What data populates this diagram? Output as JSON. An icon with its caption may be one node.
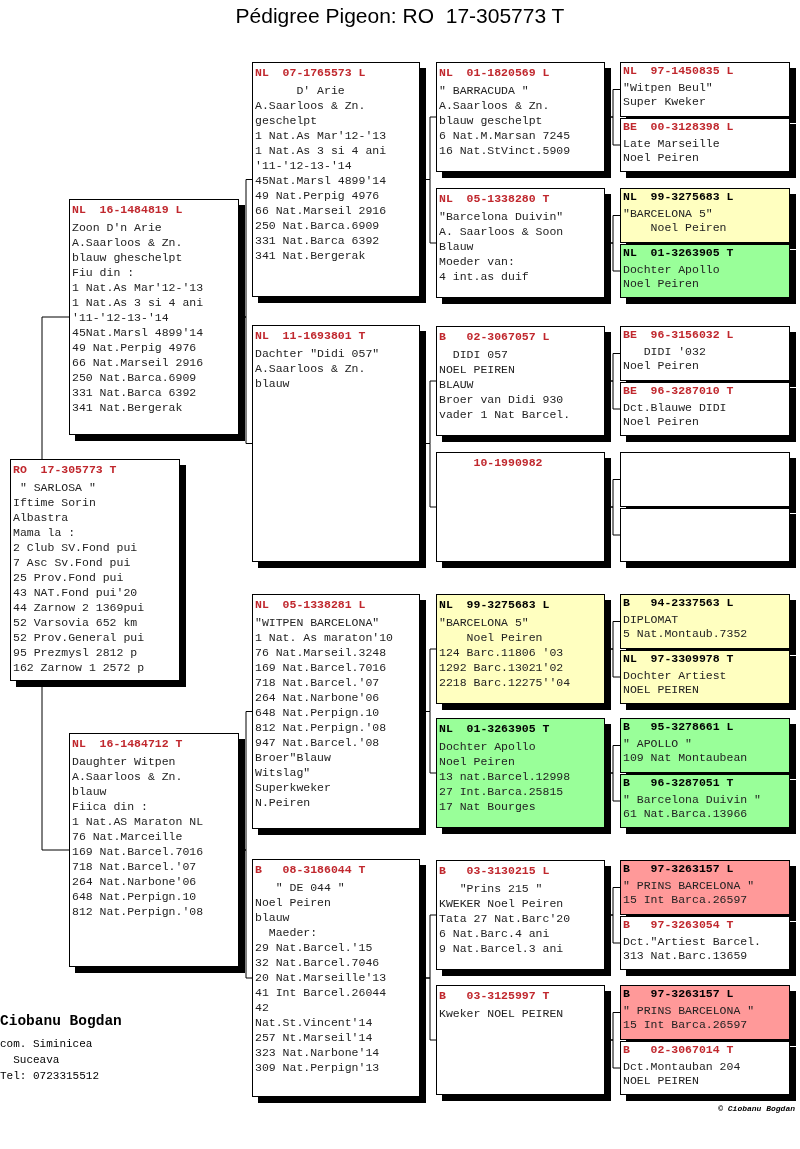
{
  "diagram": {
    "title": "Pédigree Pigeon: RO  17-305773 T",
    "nodes": [
      {
        "text": [
          "RO  17-305773 T",
          " \" SARLOSA \"",
          "Iftime Sorin",
          "Albastra",
          "Mama la :",
          "2 Club SV.Fond pui",
          "7 Asc Sv.Fond pui",
          "25 Prov.Fond pui",
          "43 NAT.Fond pui'20",
          "44 Zarnow 2 1369pui",
          "52 Varsovia 652 km",
          "52 Prov.General pui",
          "95 Prezmysl 2812 p",
          "162 Zarnow 1 2572 p"
        ]
      },
      {
        "text": [
          "NL  16-1484819 L",
          "Zoon D'n Arie",
          "A.Saarloos & Zn.",
          "blauw gheschelpt",
          "Fiu din :",
          "1 Nat.As Mar'12-'13",
          "1 Nat.As 3 si 4 ani",
          "'11-'12-13-'14",
          "45Nat.Marsl 4899'14",
          "49 Nat.Perpig 4976",
          "66 Nat.Marseil 2916",
          "250 Nat.Barca.6909",
          "331 Nat.Barca 6392",
          "341 Nat.Bergerak"
        ]
      },
      {
        "text": [
          "NL  16-1484712 T",
          "Daughter Witpen",
          "A.Saarloos & Zn.",
          "blauw",
          "Fiica din :",
          "1 Nat.AS Maraton NL",
          "76 Nat.Marceille",
          "169 Nat.Barcel.7016",
          "718 Nat.Barcel.'07",
          "264 Nat.Narbone'06",
          "648 Nat.Perpign.10",
          "812 Nat.Perpign.'08"
        ]
      },
      {
        "text": [
          "NL  07-1765573 L",
          "      D' Arie",
          "A.Saarloos & Zn.",
          "geschelpt",
          "1 Nat.As Mar'12-'13",
          "1 Nat.As 3 si 4 ani",
          "'11-'12-13-'14",
          "45Nat.Marsl 4899'14",
          "49 Nat.Perpig 4976",
          "66 Nat.Marseil 2916",
          "250 Nat.Barca.6909",
          "331 Nat.Barca 6392",
          "341 Nat.Bergerak"
        ]
      },
      {
        "text": [
          "NL  11-1693801 T",
          "Dachter \"Didi 057\"",
          "A.Saarloos & Zn.",
          "blauw"
        ]
      },
      {
        "text": [
          "NL  05-1338281 L",
          "\"WITPEN BARCELONA\"",
          "1 Nat. As maraton'10",
          "76 Nat.Marseil.3248",
          "169 Nat.Barcel.7016",
          "718 Nat.Barcel.'07",
          "264 Nat.Narbone'06",
          "648 Nat.Perpign.10",
          "812 Nat.Perpign.'08",
          "947 Nat.Barcel.'08",
          "Broer\"Blauw",
          "Witslag\"",
          "Superkweker",
          "N.Peiren"
        ]
      },
      {
        "text": [
          "B   08-3186044 T",
          "   \" DE 044 \"",
          "Noel Peiren",
          "blauw",
          "  Maeder:",
          "29 Nat.Barcel.'15",
          "32 Nat.Barcel.7046",
          "20 Nat.Marseille'13",
          "41 Int Barcel.26044",
          "42",
          "Nat.St.Vincent'14",
          "257 Nt.Marseil'14",
          "323 Nat.Narbone'14",
          "309 Nat.Perpign'13"
        ]
      },
      {
        "text": [
          "NL  01-1820569 L",
          "\" BARRACUDA \"",
          "A.Saarloos & Zn.",
          "blauw geschelpt",
          "6 Nat.M.Marsan 7245",
          "16 Nat.StVinct.5909"
        ]
      },
      {
        "text": [
          "NL  05-1338280 T",
          "\"Barcelona Duivin\"",
          "A. Saarloos & Soon",
          "Blauw",
          "Moeder van:",
          "4 int.as duif"
        ]
      },
      {
        "text": [
          "B   02-3067057 L",
          "  DIDI 057",
          "NOEL PEIREN",
          "BLAUW",
          "Broer van Didi 930",
          "vader 1 Nat Barcel."
        ]
      },
      {
        "text": [
          "     10-1990982"
        ]
      },
      {
        "text": [
          "NL  99-3275683 L",
          "\"BARCELONA 5\"",
          "    Noel Peiren",
          "124 Barc.11806 '03",
          "1292 Barc.13021'02",
          "2218 Barc.12275''04"
        ]
      },
      {
        "text": [
          "NL  01-3263905 T",
          "Dochter Apollo",
          "Noel Peiren",
          "13 nat.Barcel.12998",
          "27 Int.Barca.25815",
          "17 Nat Bourges"
        ]
      },
      {
        "text": [
          "B   03-3130215 L",
          "   \"Prins 215 \"",
          "KWEKER Noel Peiren",
          "Tata 27 Nat.Barc'20",
          "6 Nat.Barc.4 ani",
          "9 Nat.Barcel.3 ani"
        ]
      },
      {
        "text": [
          "B   03-3125997 T",
          "Kweker NOEL PEIREN"
        ]
      },
      {
        "text": [
          "NL  97-1450835 L",
          "\"Witpen Beul\"",
          "Super Kweker"
        ]
      },
      {
        "text": [
          "BE  00-3128398 L",
          "Late Marseille",
          "Noel Peiren"
        ]
      },
      {
        "text": [
          "NL  99-3275683 L",
          "\"BARCELONA 5\"",
          "    Noel Peiren"
        ]
      },
      {
        "text": [
          "NL  01-3263905 T",
          "Dochter Apollo",
          "Noel Peiren"
        ]
      },
      {
        "text": [
          "BE  96-3156032 L",
          "   DIDI '032",
          "Noel Peiren"
        ]
      },
      {
        "text": [
          "BE  96-3287010 T",
          "Dct.Blauwe DIDI",
          "Noel Peiren"
        ]
      },
      {
        "text": [],
        "shape": "box"
      },
      {
        "text": [],
        "shape": "box"
      },
      {
        "text": [
          "B   94-2337563 L",
          "DIPLOMAT",
          "5 Nat.Montaub.7352"
        ]
      },
      {
        "text": [
          "NL  97-3309978 T",
          "Dochter Artiest",
          "NOEL PEIREN"
        ]
      },
      {
        "text": [
          "B   95-3278661 L",
          "\" APOLLO \"",
          "109 Nat Montaubean"
        ]
      },
      {
        "text": [
          "B   96-3287051 T",
          "\" Barcelona Duivin \"",
          "61 Nat.Barca.13966"
        ]
      },
      {
        "text": [
          "B   97-3263157 L",
          "\" PRINS BARCELONA \"",
          "15 Int Barca.26597"
        ]
      },
      {
        "text": [
          "B   97-3263054 T",
          "Dct.\"Artiest Barcel.",
          "313 Nat.Barc.13659"
        ]
      },
      {
        "text": [
          "B   97-3263157 L",
          "\" PRINS BARCELONA \"",
          "15 Int Barca.26597"
        ]
      },
      {
        "text": [
          "B   02-3067014 T",
          "Dct.Montauban 204",
          "NOEL PEIREN"
        ]
      }
    ],
    "edges": [
      {
        "from": 0,
        "to": 1,
        "arrow": "none"
      },
      {
        "from": 0,
        "to": 2,
        "arrow": "none"
      },
      {
        "from": 1,
        "to": 3,
        "arrow": "none"
      },
      {
        "from": 1,
        "to": 4,
        "arrow": "none"
      },
      {
        "from": 2,
        "to": 5,
        "arrow": "none"
      },
      {
        "from": 2,
        "to": 6,
        "arrow": "none"
      },
      {
        "from": 3,
        "to": 7,
        "arrow": "none"
      },
      {
        "from": 3,
        "to": 8,
        "arrow": "none"
      },
      {
        "from": 4,
        "to": 9,
        "arrow": "none"
      },
      {
        "from": 4,
        "to": 10,
        "arrow": "none"
      },
      {
        "from": 5,
        "to": 11,
        "arrow": "none"
      },
      {
        "from": 5,
        "to": 12,
        "arrow": "none"
      },
      {
        "from": 6,
        "to": 13,
        "arrow": "none"
      },
      {
        "from": 6,
        "to": 14,
        "arrow": "none"
      },
      {
        "from": 7,
        "to": 15,
        "arrow": "none"
      },
      {
        "from": 7,
        "to": 16,
        "arrow": "none"
      },
      {
        "from": 8,
        "to": 17,
        "arrow": "none"
      },
      {
        "from": 8,
        "to": 18,
        "arrow": "none"
      },
      {
        "from": 9,
        "to": 19,
        "arrow": "none"
      },
      {
        "from": 9,
        "to": 20,
        "arrow": "none"
      },
      {
        "from": 10,
        "to": 21,
        "arrow": "none"
      },
      {
        "from": 10,
        "to": 22,
        "arrow": "none"
      },
      {
        "from": 11,
        "to": 23,
        "arrow": "none"
      },
      {
        "from": 11,
        "to": 24,
        "arrow": "none"
      },
      {
        "from": 12,
        "to": 25,
        "arrow": "none"
      },
      {
        "from": 12,
        "to": 26,
        "arrow": "none"
      },
      {
        "from": 13,
        "to": 27,
        "arrow": "none"
      },
      {
        "from": 13,
        "to": 28,
        "arrow": "none"
      },
      {
        "from": 14,
        "to": 29,
        "arrow": "none"
      },
      {
        "from": 14,
        "to": 30,
        "arrow": "none"
      }
    ],
    "labels": [
      "Ciobanu Bogdan",
      "com. Siminicea",
      "  Suceava",
      "Tel: 0723315512",
      "© Ciobanu Bogdan"
    ]
  }
}
